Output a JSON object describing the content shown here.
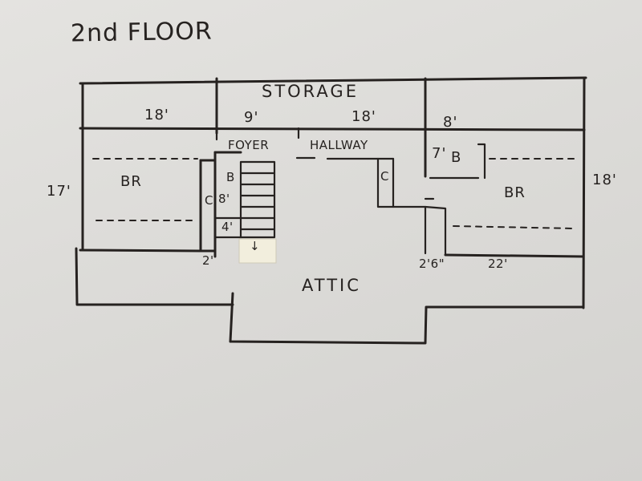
{
  "title": "2nd FLOOR",
  "rooms": {
    "storage": "STORAGE",
    "foyer": "FOYER",
    "hallway": "HALLWAY",
    "br_left": "BR",
    "br_right": "BR",
    "attic": "ATTIC",
    "bath": "B",
    "closet_left": "C",
    "closet_center": "C",
    "bath_center": "B"
  },
  "dimensions": {
    "storage_left": "18'",
    "storage_mid": "9'",
    "storage_right": "18'",
    "storage_far_right": "8'",
    "left_height": "17'",
    "right_height": "18'",
    "stair_len": "8'",
    "stair_width": "4'",
    "closet_left_width": "2'",
    "bath_width": "7'",
    "closet_right_width": "2'6\"",
    "br_right_width": "22'"
  },
  "stair_arrow": "↓"
}
